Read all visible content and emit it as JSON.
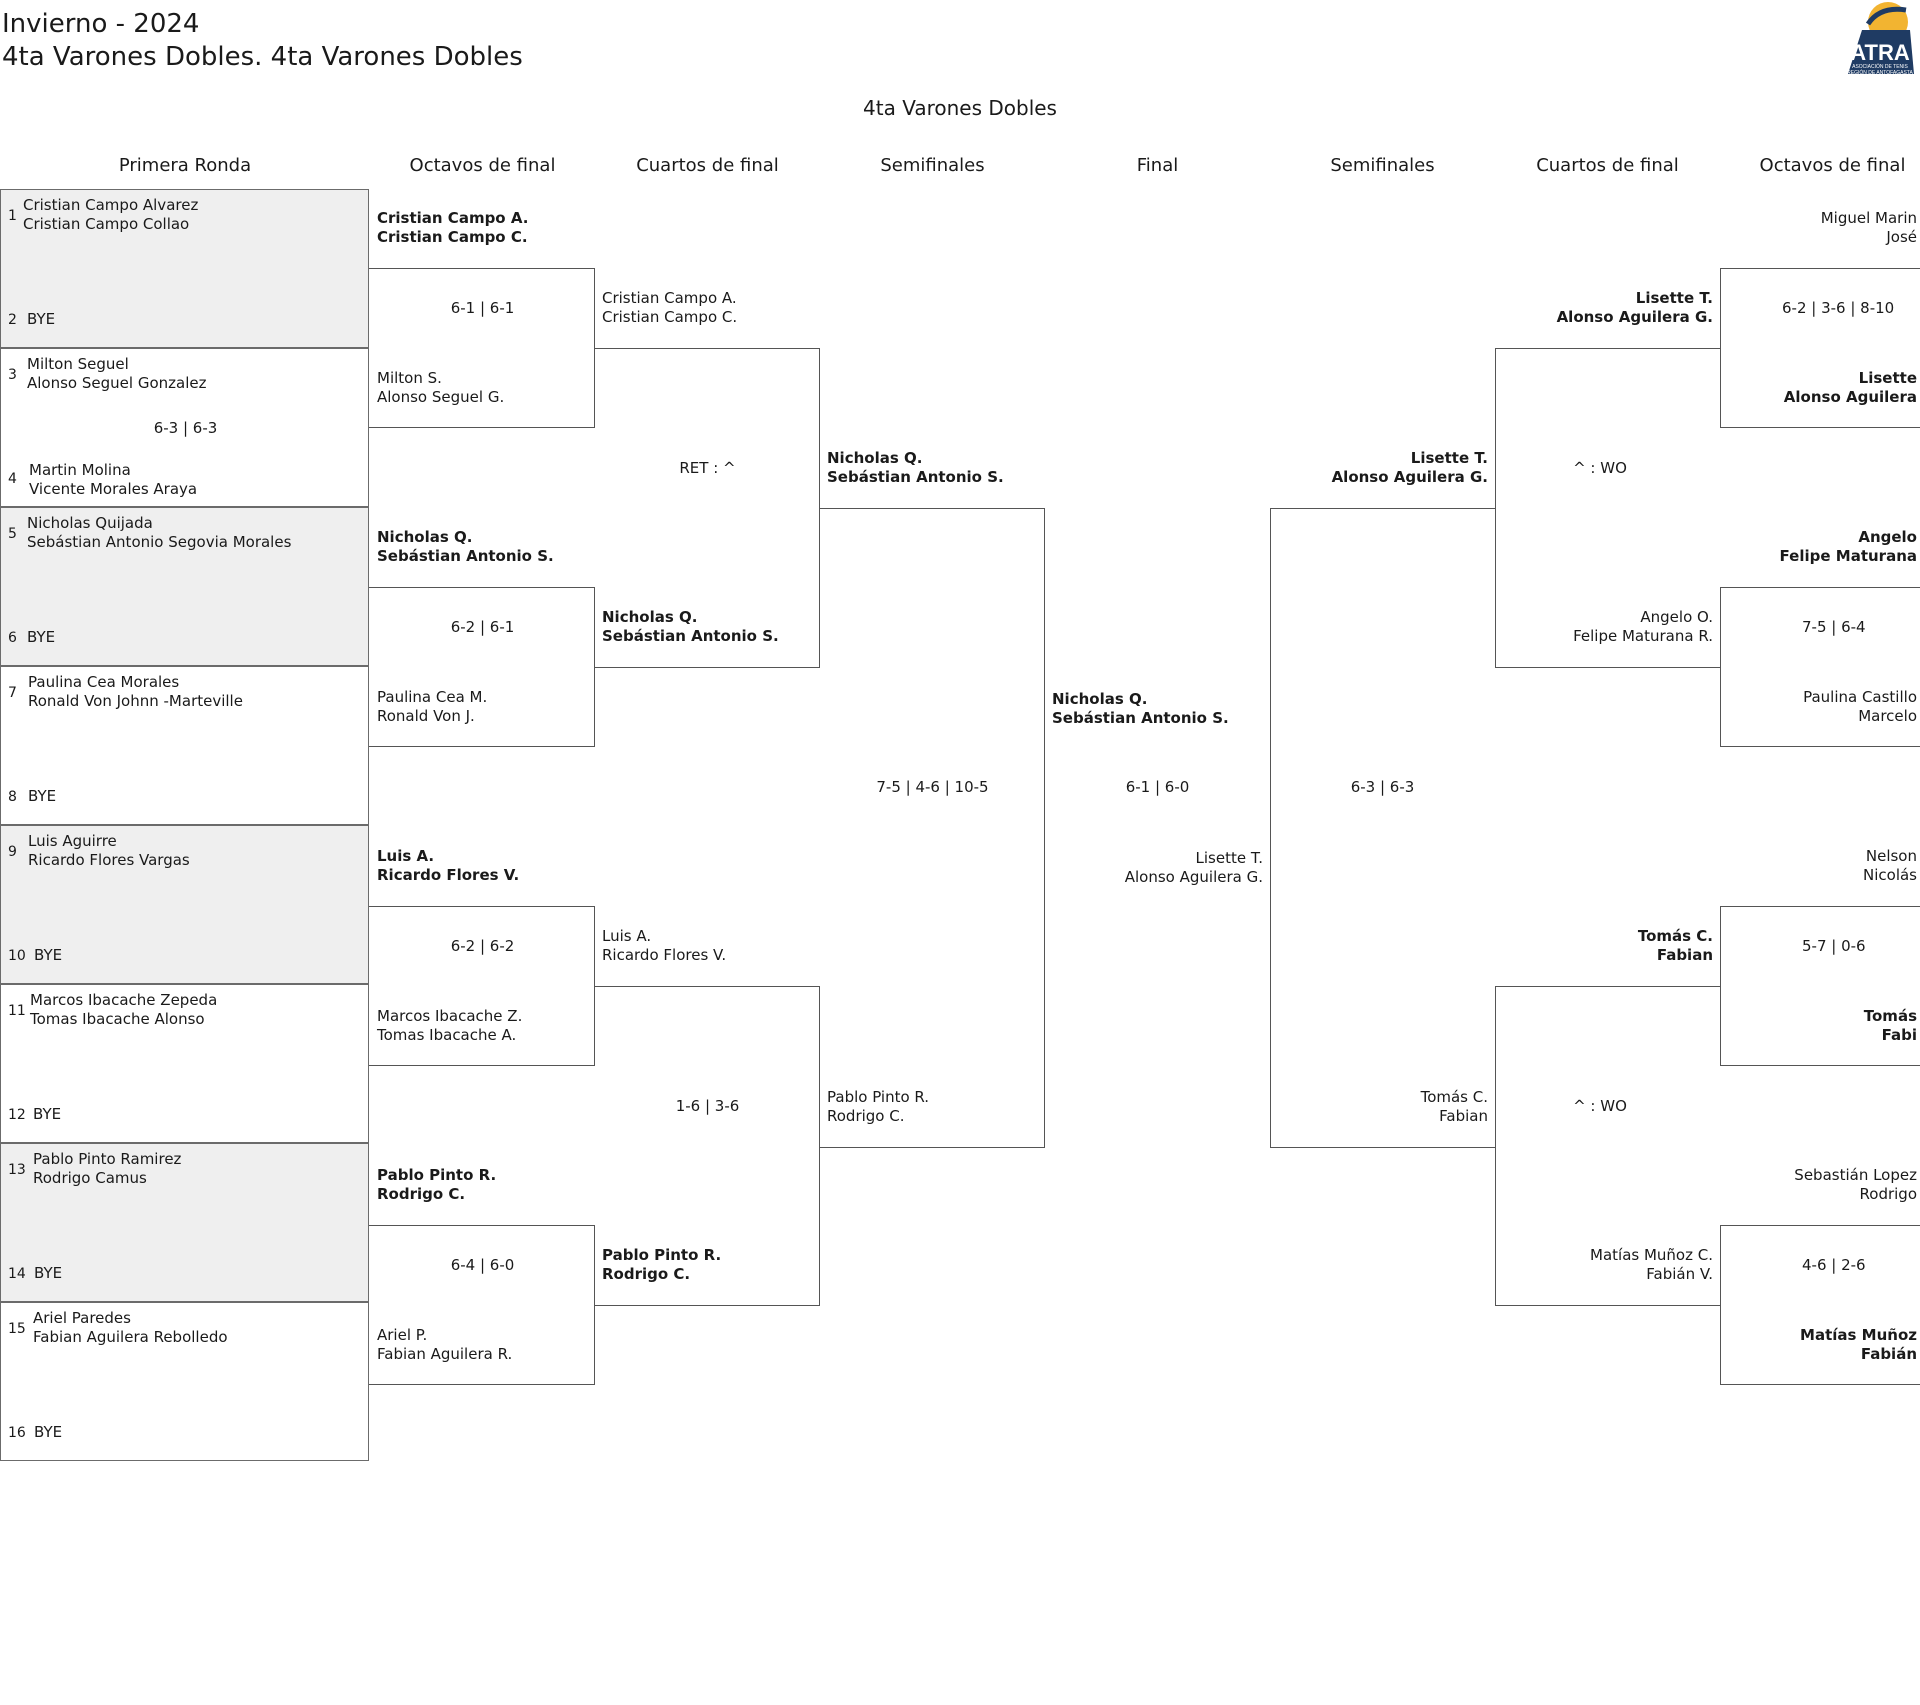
{
  "header": {
    "line1": "Invierno - 2024",
    "line2": "4ta Varones Dobles. 4ta Varones Dobles",
    "draw_title": "4ta Varones Dobles"
  },
  "logo": {
    "text": "ATRA",
    "subtitle1": "ASOCIACIÓN DE TENIS",
    "subtitle2": "REGIÓN DE ANTOFAGASTA"
  },
  "rounds": [
    "Primera Ronda",
    "Octavos de final",
    "Cuartos de final",
    "Semifinales",
    "Final",
    "Semifinales",
    "Cuartos de final",
    "Octavos de final"
  ],
  "first_round": [
    {
      "top": {
        "seed": "1",
        "p1": "Cristian Campo Alvarez",
        "p2": "Cristian Campo Collao"
      },
      "bottom": {
        "seed": "2",
        "p1": "BYE",
        "p2": ""
      },
      "score": ""
    },
    {
      "top": {
        "seed": "3",
        "p1": "Milton Seguel",
        "p2": "Alonso Seguel Gonzalez"
      },
      "bottom": {
        "seed": "4",
        "p1": "Martin Molina",
        "p2": "Vicente Morales Araya"
      },
      "score": "6-3 | 6-3"
    },
    {
      "top": {
        "seed": "5",
        "p1": "Nicholas Quijada",
        "p2": "Sebástian Antonio Segovia Morales"
      },
      "bottom": {
        "seed": "6",
        "p1": "BYE",
        "p2": ""
      },
      "score": ""
    },
    {
      "top": {
        "seed": "7",
        "p1": "Paulina Cea Morales",
        "p2": "Ronald Von Johnn -Marteville"
      },
      "bottom": {
        "seed": "8",
        "p1": "BYE",
        "p2": ""
      },
      "score": ""
    },
    {
      "top": {
        "seed": "9",
        "p1": "Luis Aguirre",
        "p2": "Ricardo Flores Vargas"
      },
      "bottom": {
        "seed": "10",
        "p1": "BYE",
        "p2": ""
      },
      "score": ""
    },
    {
      "top": {
        "seed": "11",
        "p1": "Marcos Ibacache Zepeda",
        "p2": "Tomas Ibacache Alonso"
      },
      "bottom": {
        "seed": "12",
        "p1": "BYE",
        "p2": ""
      },
      "score": ""
    },
    {
      "top": {
        "seed": "13",
        "p1": "Pablo Pinto Ramirez",
        "p2": "Rodrigo Camus"
      },
      "bottom": {
        "seed": "14",
        "p1": "BYE",
        "p2": ""
      },
      "score": ""
    },
    {
      "top": {
        "seed": "15",
        "p1": "Ariel Paredes",
        "p2": "Fabian Aguilera Rebolledo"
      },
      "bottom": {
        "seed": "16",
        "p1": "BYE",
        "p2": ""
      },
      "score": ""
    }
  ],
  "octavos_left": [
    {
      "a1": "Cristian Campo A.",
      "a2": "Cristian Campo C.",
      "b1": "Milton S.",
      "b2": "Alonso Seguel G.",
      "score": "6-1 | 6-1"
    },
    {
      "a1": "Nicholas Q.",
      "a2": "Sebástian Antonio S.",
      "b1": "Paulina Cea M.",
      "b2": "Ronald Von J.",
      "score": "6-2 | 6-1"
    },
    {
      "a1": "Luis A.",
      "a2": "Ricardo Flores V.",
      "b1": "Marcos Ibacache Z.",
      "b2": "Tomas Ibacache A.",
      "score": "6-2 | 6-2"
    },
    {
      "a1": "Pablo Pinto R.",
      "a2": "Rodrigo C.",
      "b1": "Ariel P.",
      "b2": "Fabian Aguilera R.",
      "score": "6-4 | 6-0"
    }
  ],
  "cuartos_left": [
    {
      "a1": "Cristian Campo A.",
      "a2": "Cristian Campo C.",
      "b1": "Nicholas Q.",
      "b2": "Sebástian Antonio S.",
      "score": "RET : ^"
    },
    {
      "a1": "Luis A.",
      "a2": "Ricardo Flores V.",
      "b1": "Pablo Pinto R.",
      "b2": "Rodrigo C.",
      "score": "1-6 | 3-6"
    }
  ],
  "semis_left": {
    "a1": "Nicholas Q.",
    "a2": "Sebástian Antonio S.",
    "b1": "Pablo Pinto R.",
    "b2": "Rodrigo C.",
    "score": "7-5 | 4-6 | 10-5"
  },
  "final": {
    "a1": "Nicholas Q.",
    "a2": "Sebástian Antonio S.",
    "b1": "Lisette T.",
    "b2": "Alonso Aguilera G.",
    "score": "6-1 | 6-0"
  },
  "semis_right": {
    "a1": "Lisette T.",
    "a2": "Alonso Aguilera G.",
    "b1": "Tomás C.",
    "b2": "Fabian",
    "score": "6-3 | 6-3"
  },
  "cuartos_right": [
    {
      "a1": "Lisette T.",
      "a2": "Alonso Aguilera G.",
      "b1": "Angelo O.",
      "b2": "Felipe Maturana R.",
      "score": "^ : WO"
    },
    {
      "a1": "Tomás C.",
      "a2": "Fabian",
      "b1": "Matías Muñoz C.",
      "b2": "Fabián V.",
      "score": "^ : WO"
    }
  ],
  "octavos_right": [
    {
      "t1": "Miguel Marin",
      "t2": "José",
      "a1": "Lisette T.",
      "a2": "Alonso Aguilera G.",
      "score": "6-2 | 3-6 | 8-10",
      "c1": "Lisette",
      "c2": "Alonso Aguilera"
    },
    {
      "t1": "Angelo",
      "t2": "Felipe Maturana",
      "a1": "Angelo O.",
      "a2": "Felipe Maturana R.",
      "score": "7-5 | 6-4",
      "c1": "Paulina Castillo",
      "c2": "Marcelo"
    },
    {
      "t1": "Nelson",
      "t2": "Nicolás",
      "a1": "Tomás C.",
      "a2": "Fabian",
      "score": "5-7 | 0-6",
      "c1": "Tomás",
      "c2": "Fabi"
    },
    {
      "t1": "Sebastián Lopez",
      "t2": "Rodrigo",
      "a1": "Matías Muñoz C.",
      "a2": "Fabián V.",
      "score": "4-6 | 2-6",
      "c1": "Matías Muñoz",
      "c2": "Fabián"
    }
  ]
}
